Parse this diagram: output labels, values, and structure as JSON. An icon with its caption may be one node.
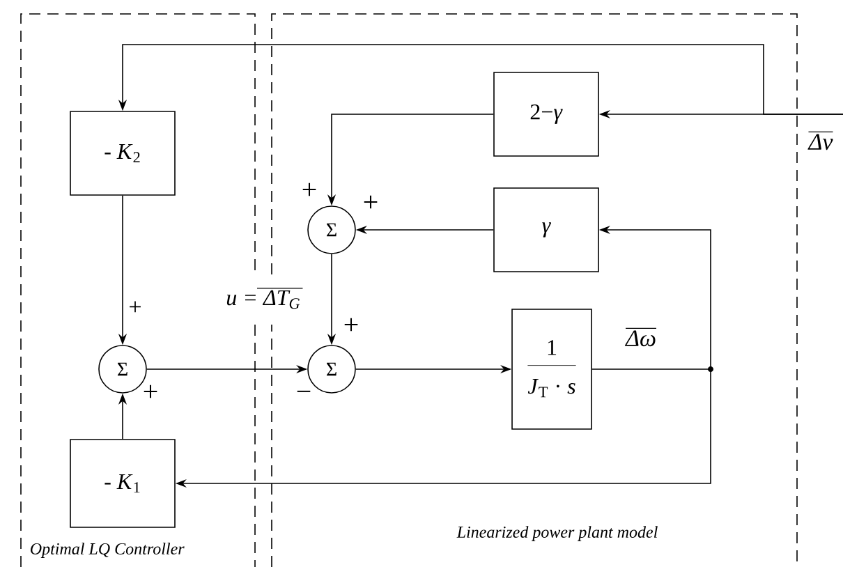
{
  "diagram": {
    "nodes": [
      {
        "text": [
          "Optimal LQ Controller"
        ]
      },
      {
        "text": [
          "Linearized power plant model"
        ]
      },
      {
        "text": [
          "- *K*$_{2}$"
        ],
        "in": 0
      },
      {
        "text": [
          "Σ"
        ],
        "in": 0
      },
      {
        "text": [
          "- *K*$_{1}$"
        ],
        "in": 0
      },
      {
        "text": [
          "Σ"
        ],
        "in": 1
      },
      {
        "text": [
          "Σ"
        ],
        "in": 1
      },
      {
        "text": [
          "2−*γ*"
        ],
        "in": 1
      },
      {
        "text": [
          "γ"
        ],
        "in": 1
      },
      {
        "text": [
          "1",
          "*J*$_{T}$ · *s*"
        ],
        "in": 1
      },
      {
        "text": [],
        "shape": "circle",
        "in": 1
      }
    ],
    "edges": [
      {
        "from": null,
        "to": 7,
        "arrow": "to"
      },
      {
        "from": null,
        "to": 2,
        "arrow": "to"
      },
      {
        "from": 7,
        "to": 5,
        "arrow": "to"
      },
      {
        "from": 8,
        "to": 5,
        "arrow": "to"
      },
      {
        "from": 5,
        "to": 6,
        "arrow": "to"
      },
      {
        "from": 3,
        "to": 6,
        "arrow": "to"
      },
      {
        "from": 6,
        "to": 9,
        "arrow": "to"
      },
      {
        "from": 9,
        "to": 10,
        "arrow": "none"
      },
      {
        "from": 10,
        "to": 8,
        "arrow": "to"
      },
      {
        "from": 10,
        "to": 4,
        "arrow": "to"
      },
      {
        "from": 2,
        "to": 3,
        "arrow": "to"
      },
      {
        "from": 4,
        "to": 3,
        "arrow": "to"
      }
    ],
    "labels": [
      "Δv",
      "+",
      "+",
      "u = ΔT$_{G}$",
      "+",
      "+",
      "Δω",
      "+",
      "−"
    ]
  }
}
